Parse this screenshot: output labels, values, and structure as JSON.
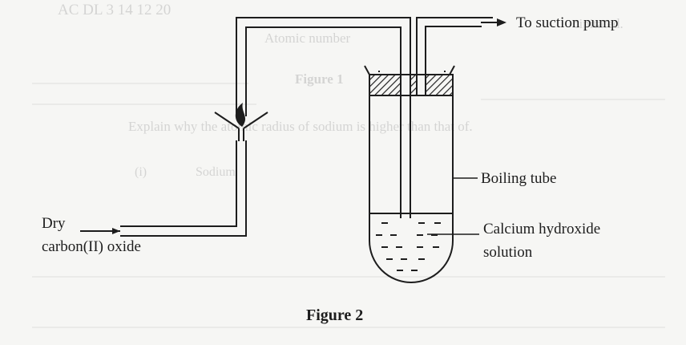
{
  "labels": {
    "suction": "To suction pump",
    "boiling_tube": "Boiling tube",
    "dry": "Dry",
    "gas": "carbon(II) oxide",
    "solution_line1": "Calcium hydroxide",
    "solution_line2": "solution",
    "figure": "Figure 2"
  },
  "bleed_through": {
    "top_row": "AC  DL  3  14  12  20",
    "atomic_number": "Atomic number",
    "figure1": "Figure 1",
    "explain": "Explain why the atomic radius of sodium is higher than that of.",
    "item": "(i)",
    "item_text": "Sodium",
    "right_edge": "cipitated."
  },
  "colors": {
    "ink": "#1d1d1d",
    "paper": "#f6f6f4",
    "bleed": "#b9b9b9"
  }
}
